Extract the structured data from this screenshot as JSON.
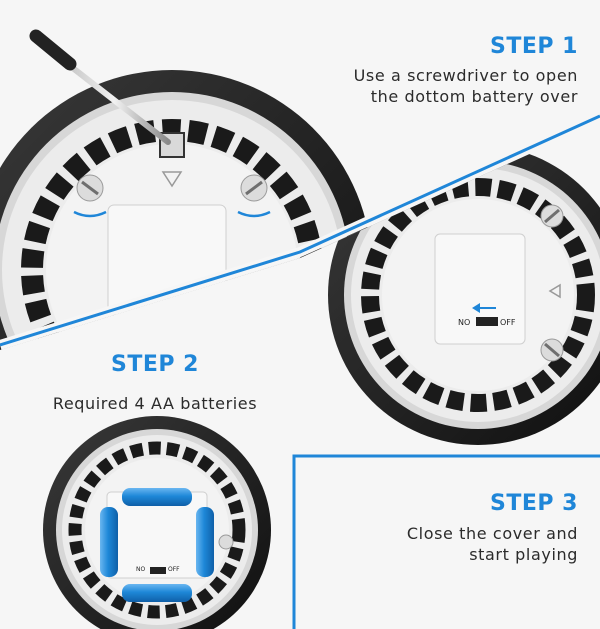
{
  "colors": {
    "accent": "#1f86d8",
    "divider": "#1f86d8",
    "tire": "#1c1c1c",
    "body": "#e9e9e9",
    "battery": "#1e88d8",
    "text": "#2b2b2b"
  },
  "steps": [
    {
      "title": "STEP 1",
      "lines": [
        "Use a screwdriver to open",
        "the dottom battery over"
      ]
    },
    {
      "title": "STEP 2",
      "lines": [
        "Required 4 AA batteries"
      ]
    },
    {
      "title": "STEP 3",
      "lines": [
        "Close the cover and",
        "start playing"
      ]
    }
  ],
  "switch": {
    "on_label": "NO",
    "off_label": "OFF"
  },
  "icons": [
    "screwdriver-icon",
    "screw-icon",
    "rotate-arrow-icon",
    "battery-icon",
    "power-switch-icon",
    "arrow-left-icon"
  ]
}
